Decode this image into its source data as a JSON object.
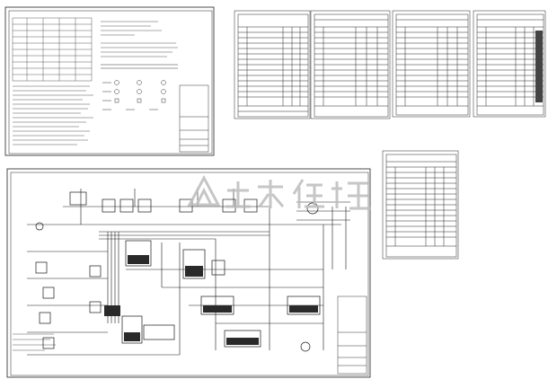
{
  "sheets": [
    {
      "id": "design-notes",
      "kind": "notes-sheet"
    },
    {
      "id": "equipment-list-1",
      "kind": "table-sheet"
    },
    {
      "id": "equipment-list-2",
      "kind": "table-sheet"
    },
    {
      "id": "equipment-list-3",
      "kind": "table-sheet"
    },
    {
      "id": "equipment-list-4",
      "kind": "table-sheet"
    },
    {
      "id": "equipment-list-5",
      "kind": "table-sheet"
    },
    {
      "id": "process-flow-diagram",
      "kind": "drawing-sheet"
    }
  ],
  "colors": {
    "ink": "#1a1a1a",
    "faint": "#b8b8b8",
    "background": "#ffffff"
  }
}
